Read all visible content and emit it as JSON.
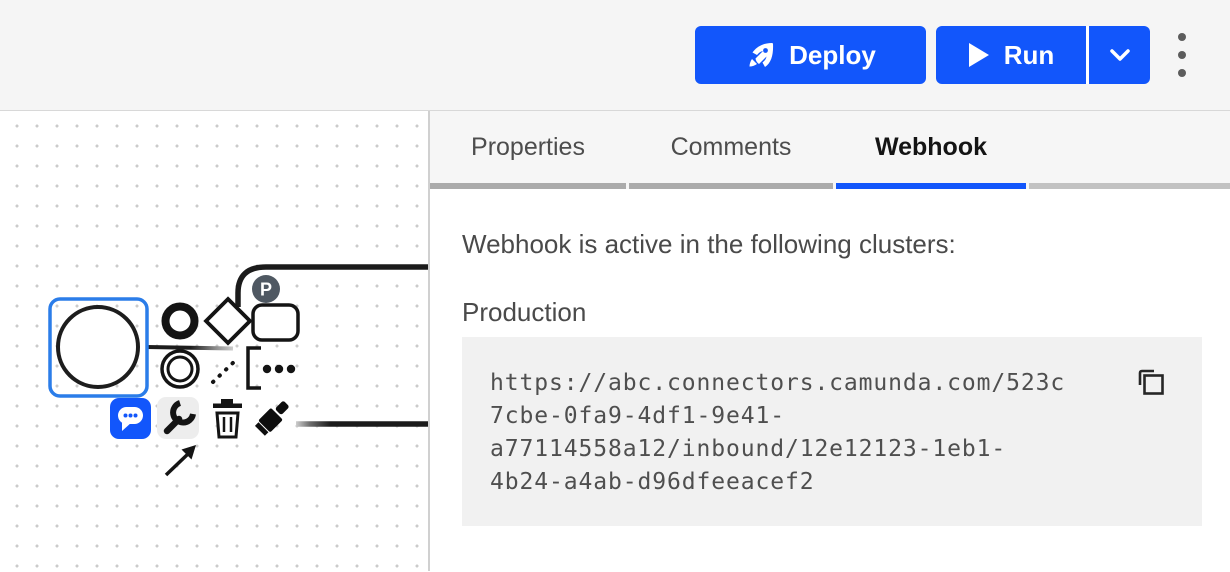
{
  "header": {
    "deploy_button": {
      "label": "Deploy",
      "icon": "rocket-icon"
    },
    "run_button": {
      "label": "Run",
      "icon": "play-icon"
    },
    "run_caret": {
      "icon": "chevron-down-icon"
    },
    "overflow_menu": {
      "icon": "kebab-menu-icon"
    }
  },
  "panel": {
    "tabs": [
      {
        "label": "Properties",
        "active": false
      },
      {
        "label": "Comments",
        "active": false
      },
      {
        "label": "Webhook",
        "active": true
      }
    ],
    "webhook": {
      "intro": "Webhook is active in the following clusters:",
      "cluster_name": "Production",
      "url": "https://abc.connectors.camunda.com/523c7cbe-0fa9-4df1-9e41-a77114558a12/inbound/12e12123-1eb1-4b24-a4ab-d96dfeeacef2",
      "url_lines": [
        "https://abc.connectors.camunda.com/523c",
        "7cbe-0fa9-4df1-9e41-",
        "a77114558a12/inbound/12e12123-1eb1-",
        "4b24-a4ab-d96dfeeacef2"
      ],
      "copy_icon": "copy-icon"
    }
  },
  "canvas": {
    "selected_element": "start-event",
    "badge_letter": "P",
    "context_pad_icons": [
      "append-end-event-icon",
      "append-gateway-icon",
      "append-task-icon",
      "append-intermediate-event-icon",
      "append-text-annotation-icon",
      "more-options-icon",
      "comment-icon",
      "change-element-icon",
      "delete-icon",
      "appearance-icon",
      "connect-icon"
    ]
  },
  "colors": {
    "accent_blue": "#1256fb",
    "selection_blue": "#2b7de9",
    "shape_stroke": "#1b1b1b",
    "tab_inactive_underline": "#ababab",
    "code_box_bg": "#f1f1f1",
    "header_bg": "#f5f5f5"
  }
}
